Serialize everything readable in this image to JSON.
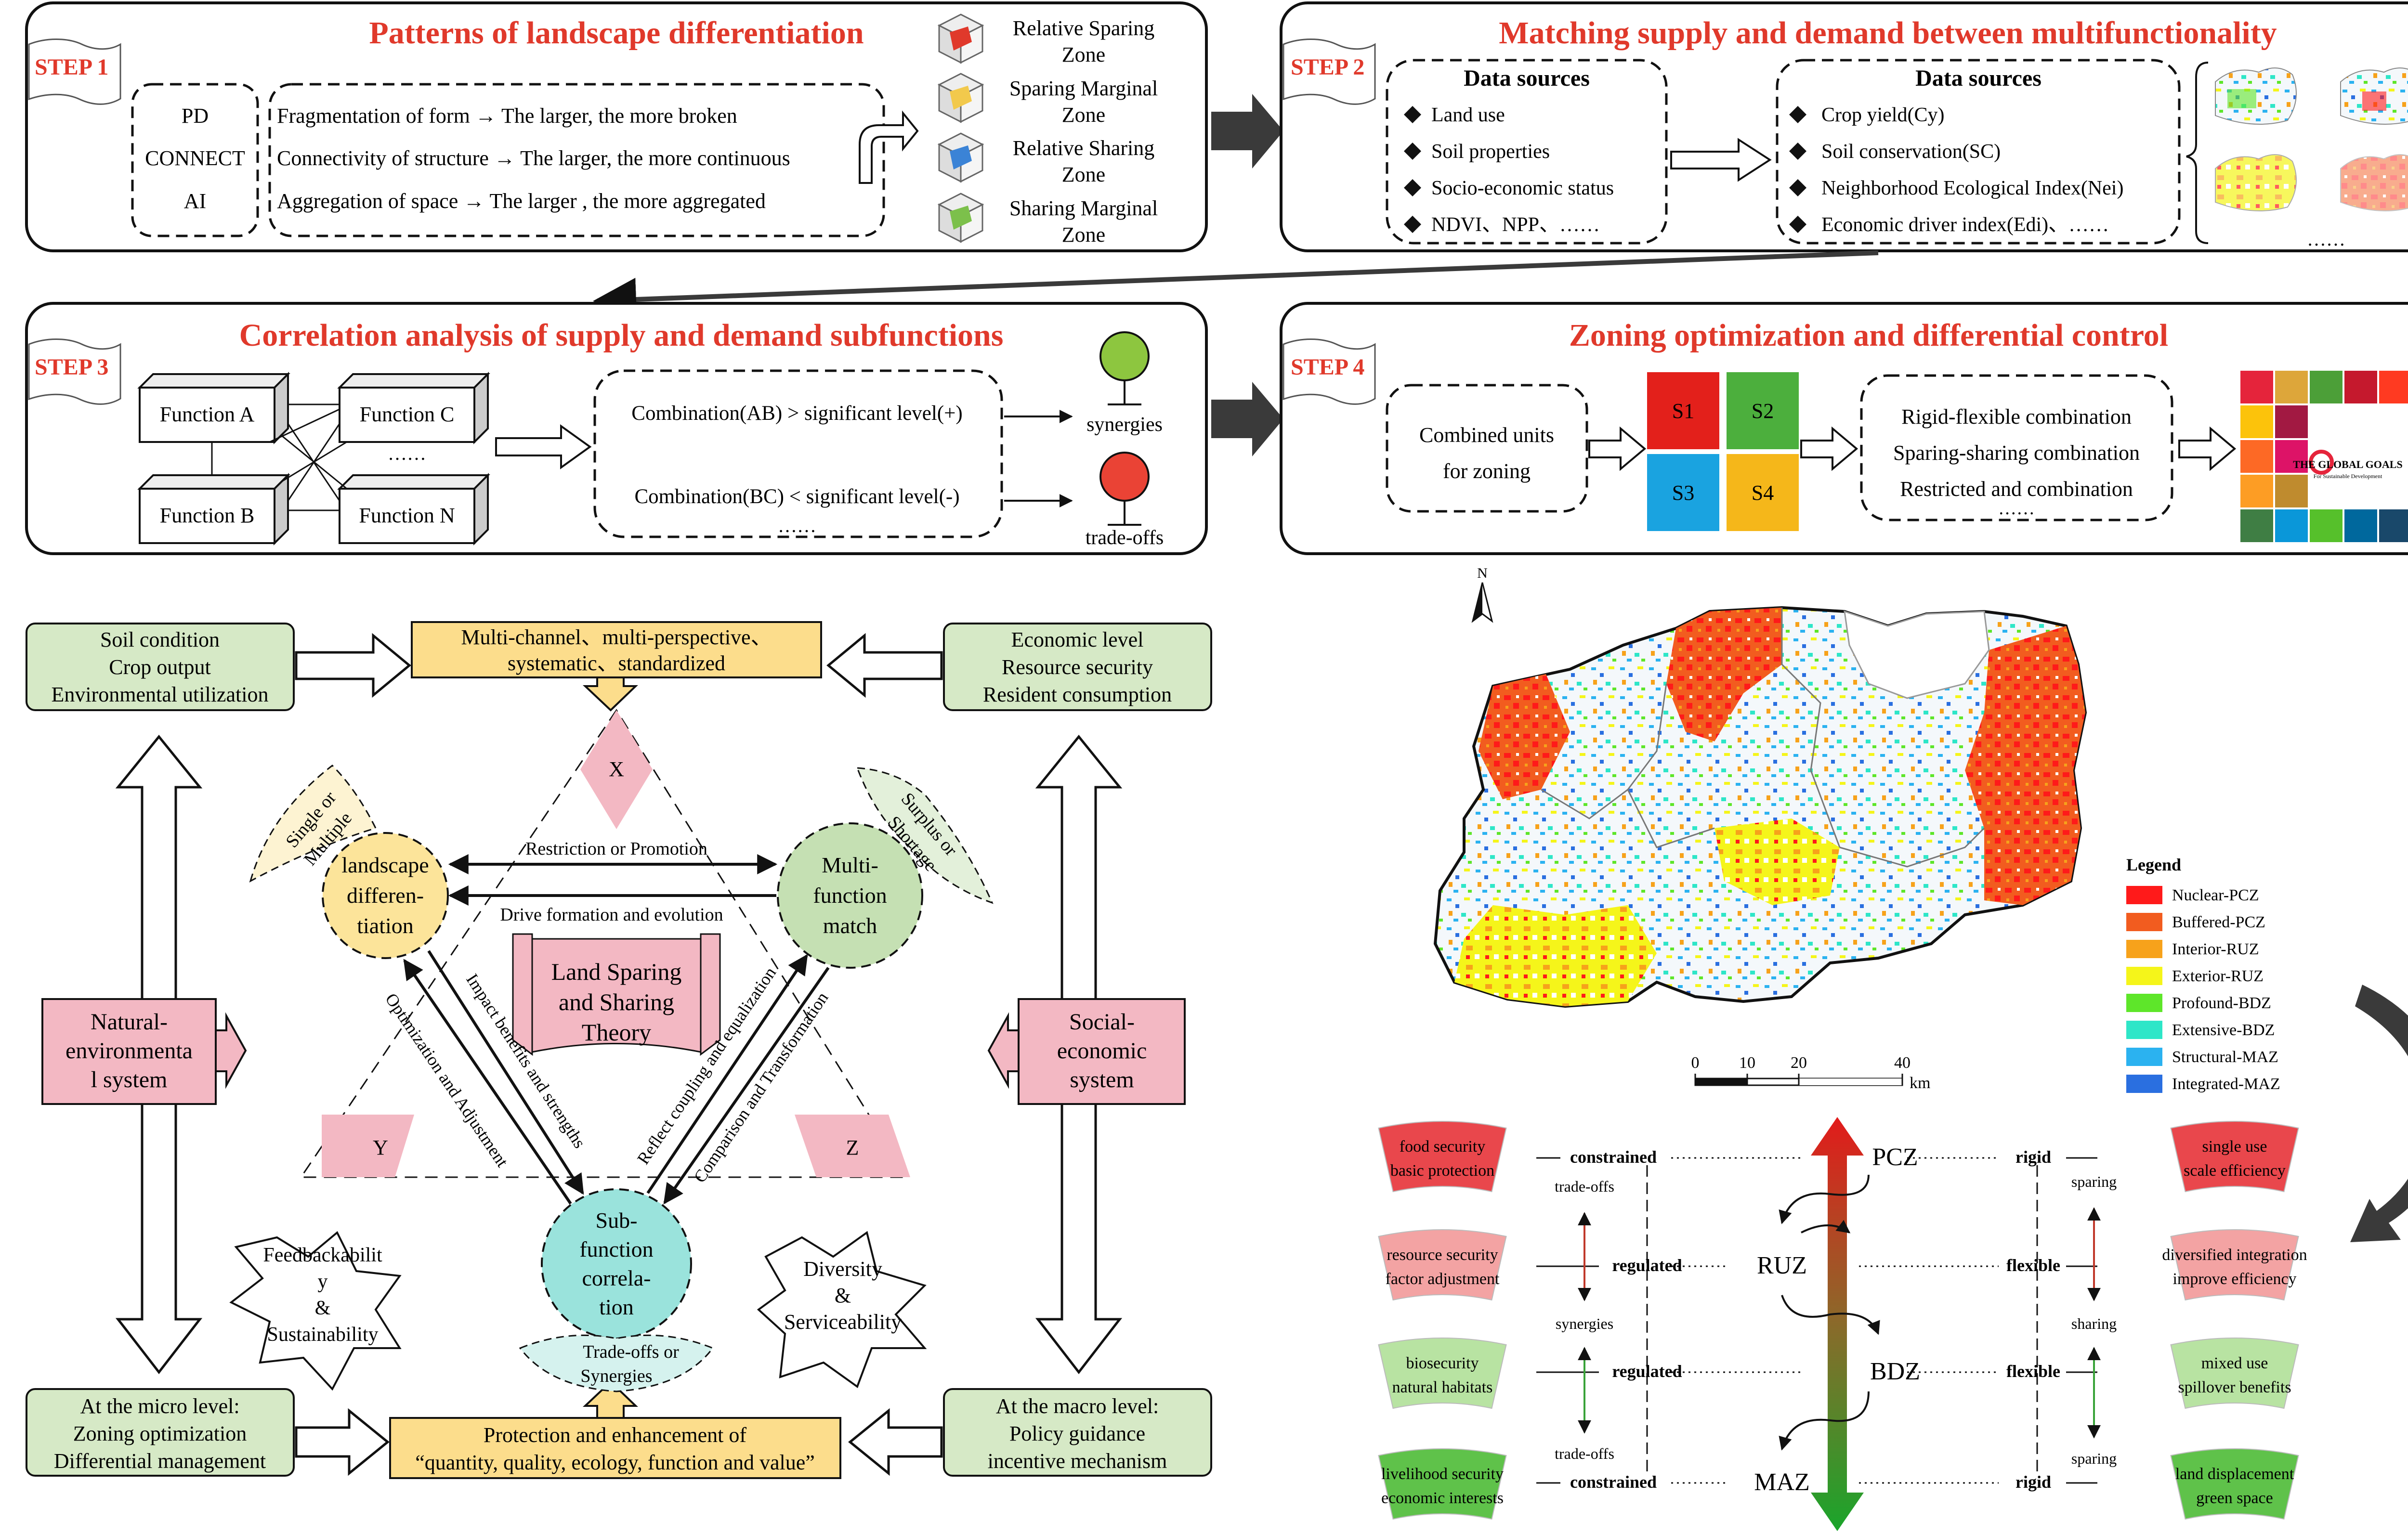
{
  "step1": {
    "tag": "STEP 1",
    "title": "Patterns of landscape differentiation",
    "indices": [
      "PD",
      "CONNECT",
      "AI"
    ],
    "lines": [
      "Fragmentation of form → The larger, the more broken",
      "Connectivity of structure → The larger, the more continuous",
      "Aggregation of space → The larger , the more aggregated"
    ],
    "zones": [
      {
        "l1": "Relative Sparing",
        "l2": "Zone",
        "color": "#e0392b"
      },
      {
        "l1": "Sparing Marginal",
        "l2": "Zone",
        "color": "#f2c94c"
      },
      {
        "l1": "Relative Sharing",
        "l2": "Zone",
        "color": "#3b83d6"
      },
      {
        "l1": "Sharing Marginal",
        "l2": "Zone",
        "color": "#7cc04b"
      }
    ]
  },
  "step2": {
    "tag": "STEP 2",
    "title": "Matching supply and demand between multifunctionality",
    "left_title": "Data sources",
    "left_items": [
      "Land use",
      "Soil properties",
      "Socio-economic status",
      "NDVI、NPP、……"
    ],
    "right_title": "Data sources",
    "right_items": [
      "Crop yield(Cy)",
      "Soil conservation(SC)",
      "Neighborhood Ecological Index(Nei)",
      "Economic driver index(Edi)、……"
    ],
    "maps_more": "……"
  },
  "step3": {
    "tag": "STEP 3",
    "title": "Correlation analysis of supply and demand subfunctions",
    "functions": [
      "Function A",
      "Function B",
      "Function C",
      "Function N"
    ],
    "dots": "……",
    "comb1": "Combination(AB) > significant level(+)",
    "comb2": "Combination(BC) < significant level(-)",
    "comb_more": "……",
    "syn": "synergies",
    "trade": "trade-offs"
  },
  "step4": {
    "tag": "STEP 4",
    "title": "Zoning optimization and differential control",
    "units_l1": "Combined units",
    "units_l2": "for zoning",
    "s": [
      "S1",
      "S2",
      "S3",
      "S4"
    ],
    "s_colors": [
      "#e3201b",
      "#4caf3d",
      "#1aa3e0",
      "#f5b71a"
    ],
    "modes": [
      "Rigid-flexible combination",
      "Sparing-sharing combination",
      "Restricted and combination",
      "……"
    ],
    "sdg_text": "THE GLOBAL GOALS",
    "sdg_sub": "For Sustainable Development",
    "sdg_colors": [
      "#e5243b",
      "#dda63a",
      "#4c9f38",
      "#c5192d",
      "#ff3a21",
      "#26bde2",
      "#fcc30b",
      "#a21942",
      "#fd6925",
      "#dd1367",
      "#fd9d24",
      "#bf8b2e",
      "#3f7e44",
      "#0a97d9",
      "#56c02b",
      "#00689d",
      "#19486a"
    ]
  },
  "framework": {
    "soil": [
      "Soil condition",
      "Crop output",
      "Environmental utilization"
    ],
    "multi": [
      "Multi-channel、multi-perspective、",
      "systematic、standardized"
    ],
    "econ": [
      "Economic level",
      "Resource security",
      "Resident consumption"
    ],
    "nat": [
      "Natural-",
      "environmenta",
      "l system"
    ],
    "soc": [
      "Social-",
      "economic",
      "system"
    ],
    "micro": [
      "At the micro level:",
      "Zoning optimization",
      "Differential management"
    ],
    "protect": [
      "Protection and enhancement of",
      "“quantity, quality, ecology, function and value”"
    ],
    "macro": [
      "At the macro level:",
      "Policy guidance",
      "incentive mechanism"
    ],
    "X": "X",
    "Y": "Y",
    "Z": "Z",
    "ld": [
      "landscape",
      "differen-",
      "tiation"
    ],
    "mf": [
      "Multi-",
      "function",
      "match"
    ],
    "sc": [
      "Sub-",
      "function",
      "correla-",
      "tion"
    ],
    "theory": [
      "Land Sparing",
      "and Sharing",
      "Theory"
    ],
    "restr": "Restriction or Promotion",
    "drive": "Drive formation and evolution",
    "impact": "Impact benefits and strengths",
    "optim": "Optimization and Adjustment",
    "reflect": "Reflect coupling and equalization",
    "compar": "Comparison and Transformation",
    "single": [
      "Single or",
      "Multiple"
    ],
    "surplus": [
      "Surplus or",
      "Shortage"
    ],
    "tradeoffs": [
      "Trade-offs or",
      "Synergies"
    ],
    "feedback": [
      "Feedbackabilit",
      "y",
      "&",
      "Sustainability"
    ],
    "diversity": [
      "Diversity",
      "&",
      "Serviceability"
    ]
  },
  "map": {
    "north": "N",
    "legend_title": "Legend",
    "legend": [
      {
        "label": "Nuclear-PCZ",
        "color": "#ff1a1a"
      },
      {
        "label": "Buffered-PCZ",
        "color": "#f25c1f"
      },
      {
        "label": "Interior-RUZ",
        "color": "#f7a21b"
      },
      {
        "label": "Exterior-RUZ",
        "color": "#f5f51a"
      },
      {
        "label": "Profound-BDZ",
        "color": "#5ee62a"
      },
      {
        "label": "Extensive-BDZ",
        "color": "#2ee6c8"
      },
      {
        "label": "Structural-MAZ",
        "color": "#2bb2f0"
      },
      {
        "label": "Integrated-MAZ",
        "color": "#2a6fe0"
      }
    ],
    "scale": [
      "0",
      "10",
      "20",
      "40"
    ],
    "scale_unit": "km"
  },
  "zones_panel": {
    "left": [
      {
        "l1": "food security",
        "l2": "basic protection",
        "color": "#e9474c"
      },
      {
        "l1": "resource security",
        "l2": "factor adjustment",
        "color": "#f3a3a3"
      },
      {
        "l1": "biosecurity",
        "l2": "natural habitats",
        "color": "#b8e3a2"
      },
      {
        "l1": "livelihood security",
        "l2": "economic interests",
        "color": "#5fc24a"
      }
    ],
    "right": [
      {
        "l1": "single use",
        "l2": "scale efficiency",
        "color": "#e9474c"
      },
      {
        "l1": "diversified integration",
        "l2": "improve efficiency",
        "color": "#f3a3a3"
      },
      {
        "l1": "mixed use",
        "l2": "spillover benefits",
        "color": "#b8e3a2"
      },
      {
        "l1": "land displacement",
        "l2": "green space",
        "color": "#5fc24a"
      }
    ],
    "left_modes": [
      "constrained",
      "regulated",
      "regulated",
      "constrained"
    ],
    "right_modes": [
      "rigid",
      "flexible",
      "flexible",
      "rigid"
    ],
    "zones": [
      "PCZ",
      "RUZ",
      "BDZ",
      "MAZ"
    ],
    "left_rel": [
      "trade-offs",
      "synergies",
      "trade-offs"
    ],
    "right_rel": [
      "sparing",
      "sharing",
      "sparing"
    ]
  }
}
